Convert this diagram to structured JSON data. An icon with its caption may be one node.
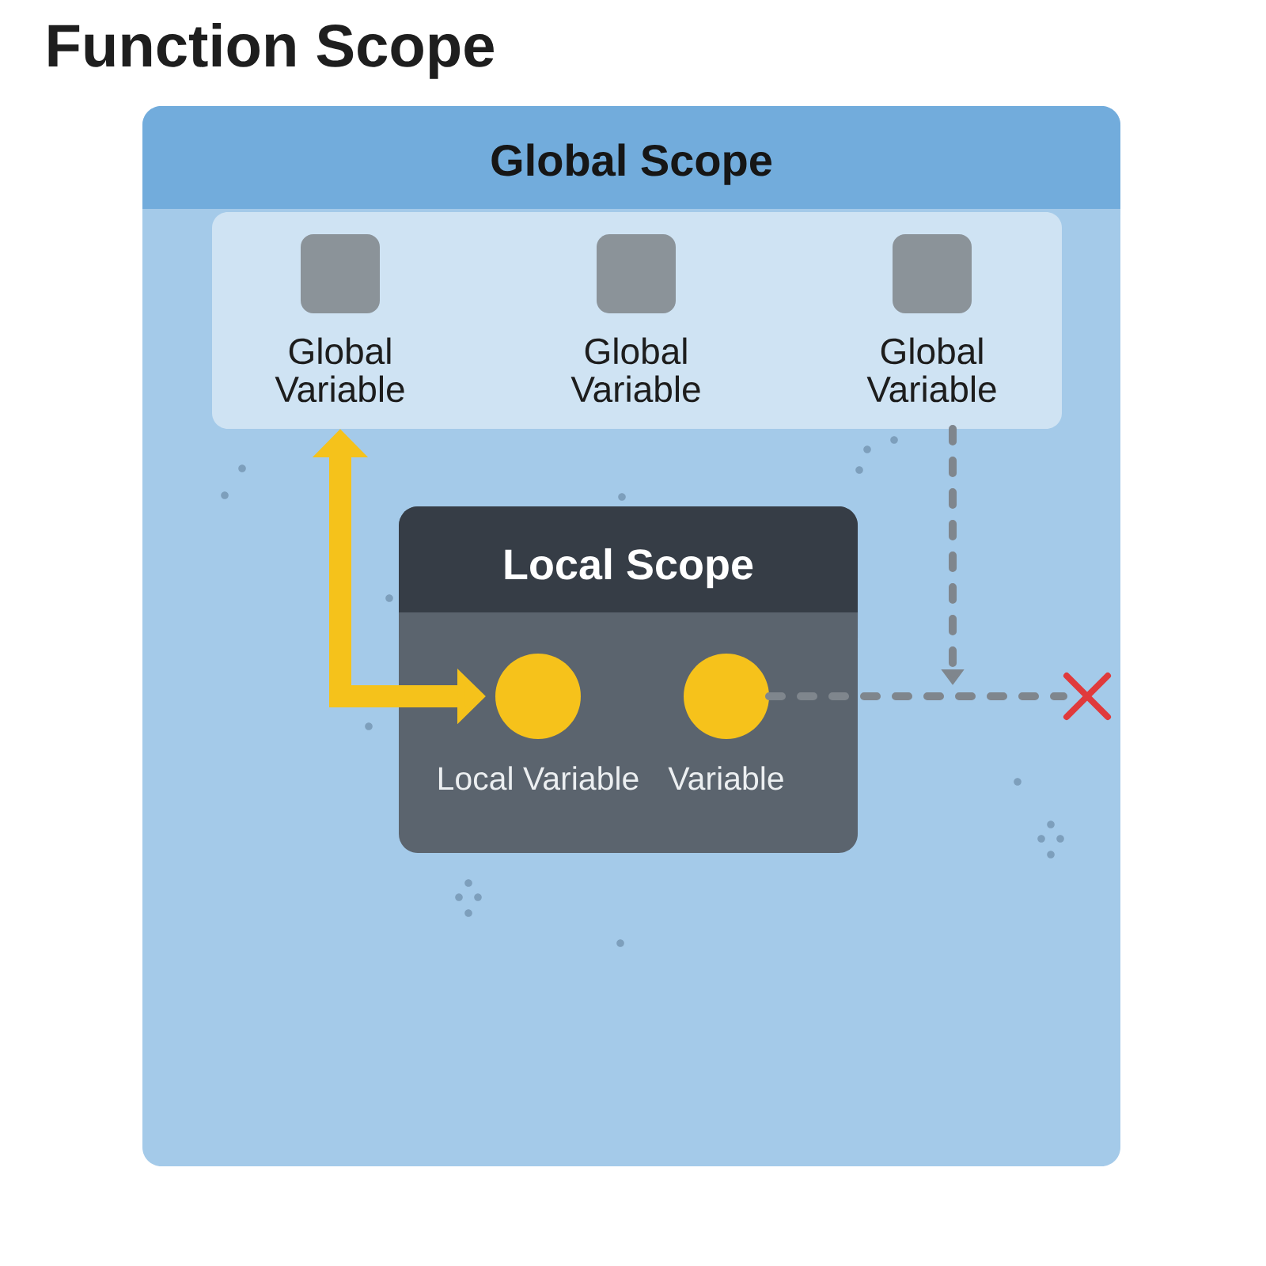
{
  "diagram": {
    "title": "Function Scope",
    "nodes": [
      {
        "text": [
          "Global Scope"
        ]
      },
      {
        "text": [],
        "shape": "box",
        "in": 0
      },
      {
        "text": [
          "Global Variable"
        ],
        "in": 1
      },
      {
        "text": [
          "Global Variable"
        ],
        "in": 1
      },
      {
        "text": [
          "Global Variable"
        ],
        "in": 1
      },
      {
        "text": [
          "Local Scope"
        ],
        "in": 0
      },
      {
        "text": [
          "Local Variable"
        ],
        "in": 5
      },
      {
        "text": [
          "Variable"
        ],
        "in": 5
      },
      {
        "text": [],
        "shape": "cross",
        "in": 0
      }
    ],
    "edges": [
      {
        "from": 1,
        "to": 6,
        "arrow": "both",
        "style": "thick",
        "color": "#f5c21b"
      },
      {
        "from": 7,
        "to": 8,
        "arrow": "none",
        "style": "dashed"
      },
      {
        "from": 1,
        "to": null,
        "arrow": "to",
        "style": "dashed"
      }
    ]
  }
}
